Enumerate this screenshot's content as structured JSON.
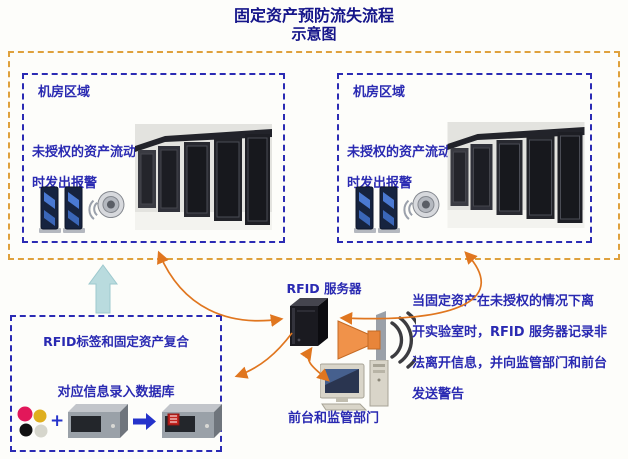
{
  "title": {
    "line1": "固定资产预防流失流程",
    "line2": "示意图"
  },
  "zones": {
    "left": {
      "label": "机房区域",
      "alert1": "未授权的资产流动",
      "alert2": "时发出报警"
    },
    "right": {
      "label": "机房区域",
      "alert1": "未授权的资产流动",
      "alert2": "时发出报警"
    }
  },
  "server": {
    "label": "RFID 服务器"
  },
  "frontdesk": {
    "label": "前台和监管部门"
  },
  "registration": {
    "title": "RFID标签和固定资产复合",
    "subtitle": "对应信息录入数据库",
    "plus": "+"
  },
  "note": {
    "line1": "当固定资产在未授权的情况下离",
    "line2": "开实验室时，RFID 服务器记录非",
    "line3": "法离开信息，并向监管部门和前台",
    "line4": "发送警告"
  },
  "icons": {
    "rfid-gate-icon": "two navy security gate antennas with alarm speaker",
    "server-racks-photo": "row of black server cabinets in machine room",
    "rfid-server-icon": "black tower server",
    "horn-speaker-icon": "orange horn loudspeaker with sound waves",
    "computer-icon": "desktop computer with monitor and tower",
    "asset-tags-icon": "four colored RFID tag dots",
    "device-icon": "gray equipment unit",
    "tagged-device-icon": "gray equipment unit with red RFID tag",
    "up-block-arrow": "cyan block arrow pointing up",
    "flow-arrows": "orange curved connector arrows"
  },
  "colors": {
    "outer_border": "#dfa13d",
    "inner_border": "#2b2bb4",
    "text_blue": "#2a2ab2",
    "title_navy": "#15158a",
    "arrow_orange": "#e0761f",
    "cyan_arrow": "#b9dbde",
    "tag_red": "#c4241f",
    "blue_arrow": "#2533cb"
  }
}
